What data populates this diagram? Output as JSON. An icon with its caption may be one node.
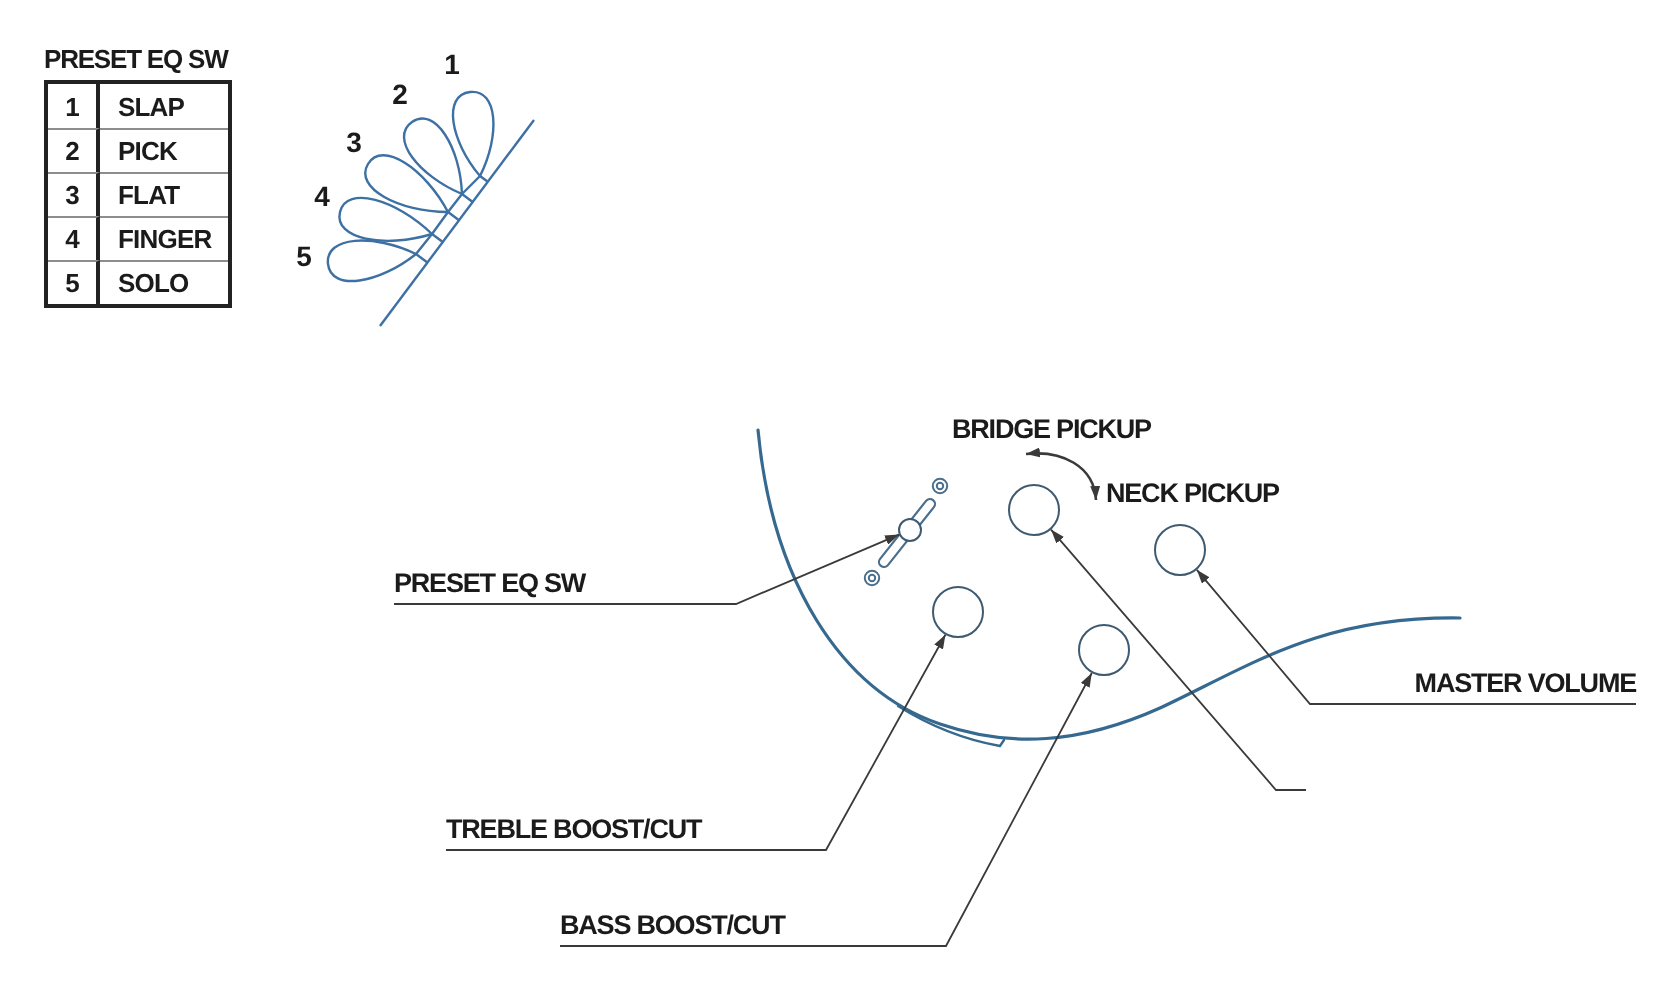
{
  "diagram": {
    "nodes": [
      {
        "text": [
          "BRIDGE PICKUP"
        ]
      },
      {
        "text": [
          "NECK PICKUP"
        ]
      },
      {
        "text": [],
        "shape": "circle"
      },
      {
        "text": [],
        "shape": "circle"
      },
      {
        "text": [],
        "shape": "circle"
      },
      {
        "text": [
          "PRESET EQ SW"
        ]
      },
      {
        "text": [],
        "shape": "circle"
      },
      {
        "text": [],
        "shape": "circle"
      },
      {
        "text": [
          "MASTER VOLUME"
        ]
      },
      {
        "text": [
          "TREBLE BOOST/CUT"
        ]
      },
      {
        "text": [
          "BASS BOOST/CUT"
        ]
      }
    ],
    "edges": [
      {
        "from": 0,
        "to": 1,
        "arrow": "both"
      },
      {
        "from": 5,
        "to": 3,
        "arrow": "to"
      },
      {
        "from": 8,
        "to": 4,
        "arrow": "to"
      },
      {
        "from": 9,
        "to": 6,
        "arrow": "to"
      },
      {
        "from": 10,
        "to": 7,
        "arrow": "to"
      },
      {
        "from": null,
        "to": 2,
        "arrow": "to"
      }
    ],
    "labels": [
      "PRESET EQ SW",
      "1",
      "SLAP",
      "2",
      "PICK",
      "3",
      "FLAT",
      "4",
      "FINGER",
      "5",
      "SOLO",
      "1",
      "2",
      "3",
      "4",
      "5"
    ]
  }
}
